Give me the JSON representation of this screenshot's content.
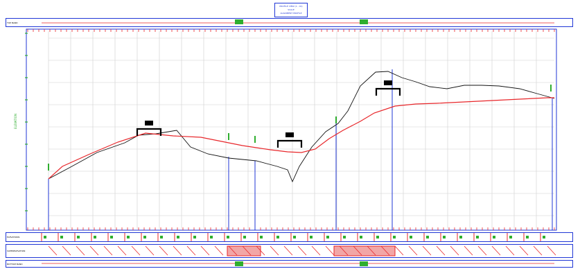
{
  "title": {
    "line1": "PROFILE VIEW (1 - 01)",
    "line2": "SCALE",
    "line3": "ALIGNMENT PROFILE"
  },
  "bands": {
    "top_band_label": "TOP BAND",
    "elevation_band_label": "ELEVATIONS",
    "superelevation_band_label": "SUPERELEVATION",
    "bottom_band_label": "BOTTOM BAND"
  },
  "axis": {
    "y_label": "ELEVATION"
  },
  "colors": {
    "frame": "#1f36d6",
    "design_profile": "#e8262a",
    "ground_profile": "#111111",
    "grid": "#cfcfcf",
    "marker": "#2fae2f",
    "tick": "#e8262a"
  },
  "chart_data": {
    "type": "line",
    "series": [
      {
        "values": [
          [
            0,
            258
          ],
          [
            20,
            240
          ],
          [
            60,
            222
          ],
          [
            100,
            205
          ],
          [
            140,
            192
          ],
          [
            180,
            196
          ],
          [
            220,
            198
          ],
          [
            250,
            204
          ],
          [
            280,
            210
          ],
          [
            300,
            213
          ],
          [
            320,
            216
          ],
          [
            345,
            219
          ],
          [
            365,
            220
          ],
          [
            385,
            215
          ],
          [
            405,
            200
          ],
          [
            425,
            188
          ],
          [
            450,
            175
          ],
          [
            470,
            163
          ],
          [
            500,
            153
          ],
          [
            530,
            150
          ],
          [
            560,
            149
          ],
          [
            600,
            147
          ],
          [
            640,
            145
          ],
          [
            680,
            143
          ],
          [
            720,
            141
          ],
          [
            730,
            141
          ]
        ]
      },
      {
        "values": [
          [
            0,
            258
          ],
          [
            30,
            242
          ],
          [
            70,
            220
          ],
          [
            110,
            206
          ],
          [
            130,
            195
          ],
          [
            155,
            193
          ],
          [
            185,
            188
          ],
          [
            205,
            212
          ],
          [
            230,
            222
          ],
          [
            260,
            228
          ],
          [
            300,
            232
          ],
          [
            330,
            240
          ],
          [
            345,
            245
          ],
          [
            352,
            262
          ],
          [
            362,
            240
          ],
          [
            380,
            212
          ],
          [
            400,
            190
          ],
          [
            418,
            178
          ],
          [
            432,
            160
          ],
          [
            450,
            124
          ],
          [
            472,
            104
          ],
          [
            490,
            103
          ],
          [
            510,
            112
          ],
          [
            530,
            118
          ],
          [
            550,
            125
          ],
          [
            575,
            128
          ],
          [
            600,
            123
          ],
          [
            625,
            123
          ],
          [
            650,
            124
          ],
          [
            680,
            128
          ],
          [
            705,
            135
          ],
          [
            730,
            142
          ]
        ]
      }
    ]
  }
}
